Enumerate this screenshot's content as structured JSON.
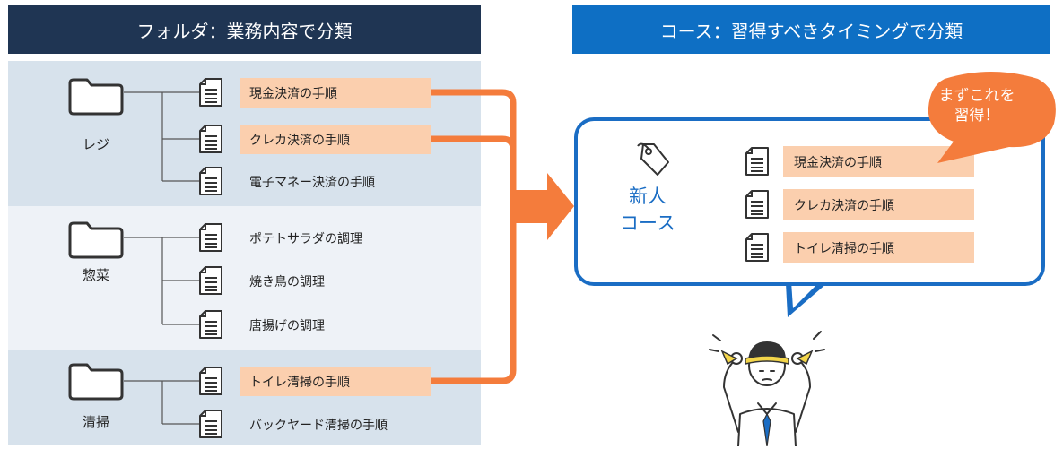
{
  "header_left": "フォルダ：業務内容で分類",
  "header_right": "コース：習得すべきタイミングで分類",
  "folders": [
    {
      "name": "レジ",
      "docs": [
        "現金決済の手順",
        "クレカ決済の手順",
        "電子マネー決済の手順"
      ],
      "highlighted": [
        true,
        true,
        false
      ]
    },
    {
      "name": "惣菜",
      "docs": [
        "ポテトサラダの調理",
        "焼き鳥の調理",
        "唐揚げの調理"
      ],
      "highlighted": [
        false,
        false,
        false
      ]
    },
    {
      "name": "清掃",
      "docs": [
        "トイレ清掃の手順",
        "バックヤード清掃の手順"
      ],
      "highlighted": [
        true,
        false
      ]
    }
  ],
  "course": {
    "title_line1": "新人",
    "title_line2": "コース",
    "docs": [
      "現金決済の手順",
      "クレカ決済の手順",
      "トイレ清掃の手順"
    ]
  },
  "bubble": {
    "line1": "まずこれを",
    "line2": "習得！"
  },
  "colors": {
    "header_left": "#1f3553",
    "header_right": "#0e6fc4",
    "band_dark": "#d7e2ec",
    "band_light": "#eef2f7",
    "highlight": "#fbcfae",
    "accent_orange": "#f47c3c",
    "course_blue": "#1a6dc4"
  },
  "icons": [
    "folder-icon",
    "document-icon",
    "tag-icon",
    "arrow-right-icon",
    "speech-bubble-icon",
    "person-illustration"
  ]
}
